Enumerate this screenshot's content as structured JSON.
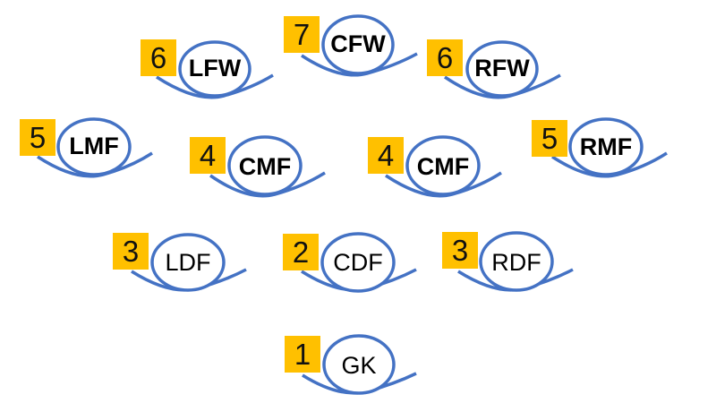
{
  "colors": {
    "badge": "#FFC000",
    "ring": "#4472C4",
    "label": "#000000"
  },
  "formation": {
    "players": [
      {
        "number": "7",
        "position": "CFW",
        "weight": "bold"
      },
      {
        "number": "6",
        "position": "LFW",
        "weight": "bold"
      },
      {
        "number": "6",
        "position": "RFW",
        "weight": "bold"
      },
      {
        "number": "5",
        "position": "LMF",
        "weight": "bold"
      },
      {
        "number": "4",
        "position": "CMF",
        "weight": "bold"
      },
      {
        "number": "4",
        "position": "CMF",
        "weight": "bold"
      },
      {
        "number": "5",
        "position": "RMF",
        "weight": "bold"
      },
      {
        "number": "3",
        "position": "LDF",
        "weight": "regular"
      },
      {
        "number": "2",
        "position": "CDF",
        "weight": "regular"
      },
      {
        "number": "3",
        "position": "RDF",
        "weight": "regular"
      },
      {
        "number": "1",
        "position": "GK",
        "weight": "regular"
      }
    ]
  }
}
